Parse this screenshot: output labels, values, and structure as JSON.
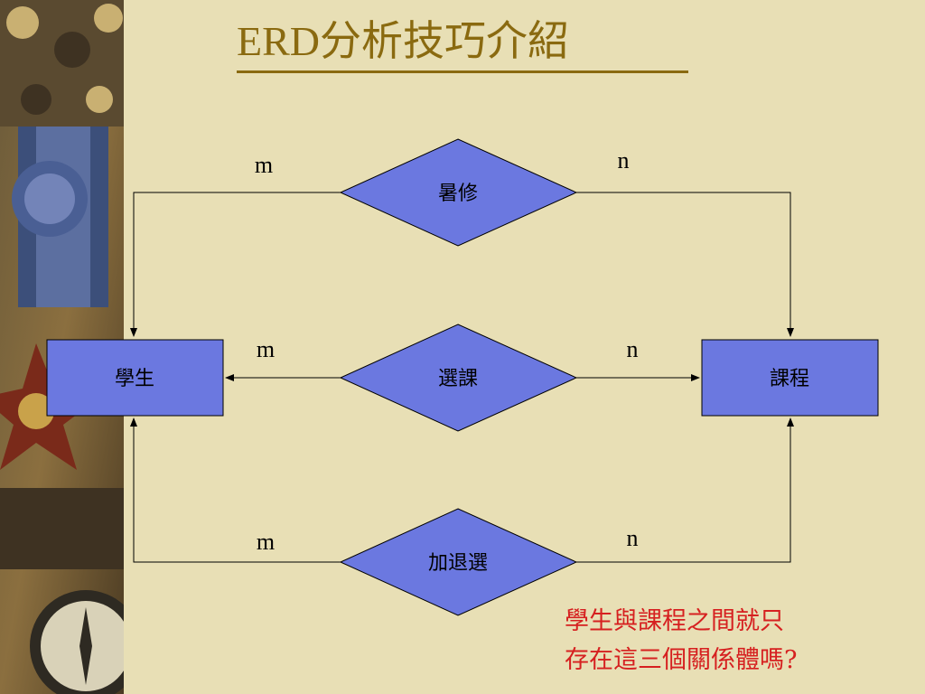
{
  "title": "ERD分析技巧介紹",
  "entities": {
    "student": "學生",
    "course": "課程"
  },
  "relationships": {
    "summer": "暑修",
    "enroll": "選課",
    "add_drop": "加退選"
  },
  "cardinalities": {
    "summer_left": "m",
    "summer_right": "n",
    "enroll_left": "m",
    "enroll_right": "n",
    "add_drop_left": "m",
    "add_drop_right": "n"
  },
  "note": {
    "line1": "學生與課程之間就只",
    "line2": "存在這三個關係體嗎?"
  },
  "colors": {
    "shape_fill": "#6b78e0",
    "title": "#8a6a10",
    "note": "#d62020",
    "background": "#e8dfb5"
  }
}
